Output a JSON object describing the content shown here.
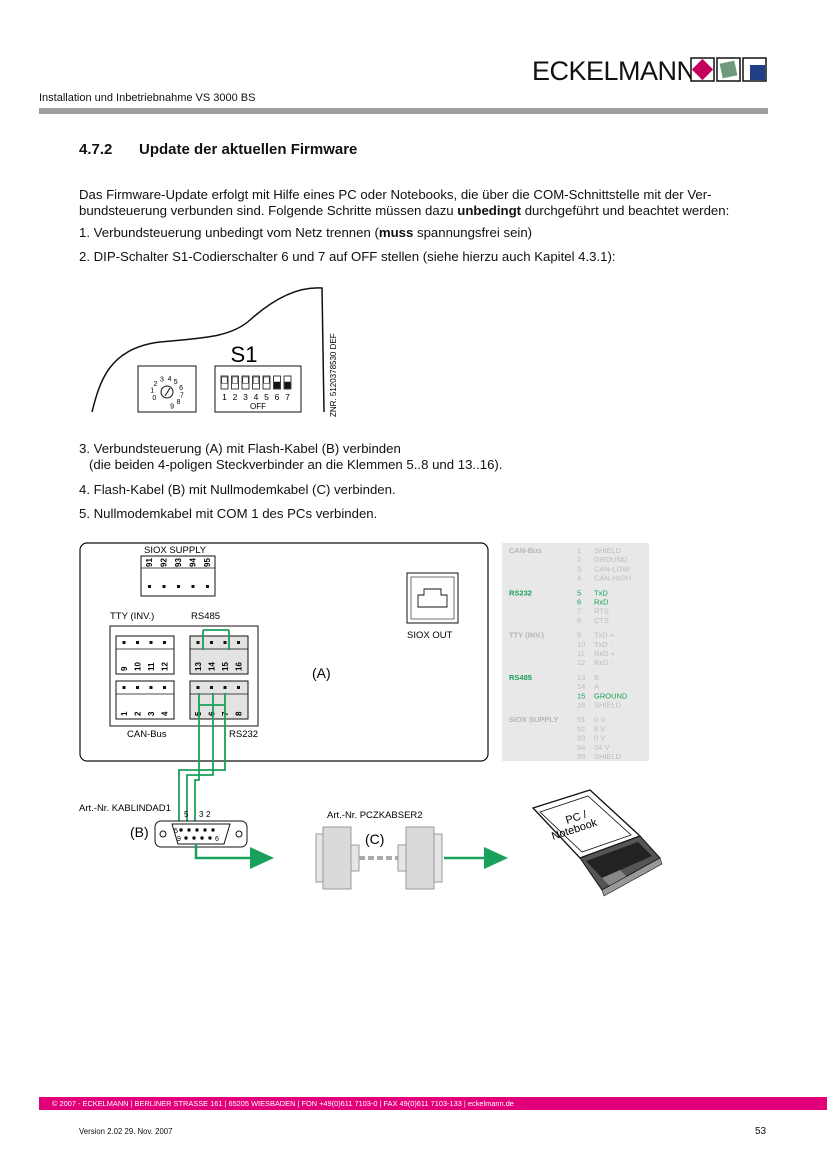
{
  "header": {
    "logo": "ECKELMANN",
    "subtitle": "Installation und Inbetriebnahme VS 3000 BS",
    "colors": {
      "logo_magenta": "#c4005f",
      "logo_green": "#6e9b7d",
      "logo_blue": "#1f3f87",
      "rule": "#9e9e9e"
    }
  },
  "section": {
    "number": "4.7.2",
    "title": "Update der aktuellen Firmware"
  },
  "intro": {
    "line1": "Das Firmware-Update erfolgt mit Hilfe eines PC oder Notebooks, die über die COM-Schnittstelle mit der Ver-",
    "line2a": "bundsteuerung verbunden sind. Folgende Schritte müssen dazu ",
    "line2b": "unbedingt",
    "line2c": " durchgeführt und beachtet werden:"
  },
  "steps": {
    "s1a": "1. Verbundsteuerung unbedingt vom Netz trennen (",
    "s1b": "muss",
    "s1c": " spannungsfrei sein)",
    "s2": "2. DIP-Schalter S1-Codierschalter 6 und 7 auf OFF stellen (siehe hierzu auch Kapitel 4.3.1):",
    "s3a": "3. Verbundsteuerung (A) mit Flash-Kabel (B) verbinden",
    "s3b": "(die beiden 4-poligen Steckverbinder an die Klemmen 5..8 und 13..16).",
    "s4": "4. Flash-Kabel (B) mit Nullmodemkabel (C) verbinden.",
    "s5": "5. Nullmodemkabel mit COM 1 des PCs verbinden."
  },
  "dip_figure": {
    "label": "S1",
    "dial_digits": [
      "0",
      "1",
      "2",
      "3",
      "4",
      "5",
      "6",
      "7",
      "8",
      "9"
    ],
    "switch_numbers": [
      "1",
      "2",
      "3",
      "4",
      "5",
      "6",
      "7"
    ],
    "switch_off": [
      false,
      false,
      false,
      false,
      false,
      true,
      true
    ],
    "off_label": "OFF",
    "znr": "ZNR. 5120378530 DEF"
  },
  "wiring": {
    "siox_supply": "SIOX SUPPLY",
    "siox_terminals": [
      "91",
      "92",
      "93",
      "94",
      "95"
    ],
    "tty": "TTY (INV.)",
    "rs485": "RS485",
    "tty_terminals": [
      "9",
      "10",
      "11",
      "12"
    ],
    "rs485_terminals": [
      "13",
      "14",
      "15",
      "16"
    ],
    "can_terminals": [
      "1",
      "2",
      "3",
      "4"
    ],
    "rs232_terminals": [
      "5",
      "6",
      "7",
      "8"
    ],
    "can_bus": "CAN-Bus",
    "rs232": "RS232",
    "siox_out": "SIOX OUT",
    "label_a": "(A)",
    "label_b": "(B)",
    "label_c": "(C)",
    "art_b": "Art.-Nr. KABLINDAD1",
    "art_c": "Art.-Nr. PCZKABSER2",
    "pin5": "5",
    "pin3": "3",
    "pin2": "2",
    "plug5": "5",
    "plug9": "9",
    "plug6": "6",
    "pc_line1": "PC /",
    "pc_line2": "Notebook",
    "wire_color": "#19a05a"
  },
  "pin_table": [
    {
      "group": "CAN-Bus",
      "active": false,
      "rows": [
        {
          "n": "1",
          "s": "SHIELD",
          "on": false
        },
        {
          "n": "2",
          "s": "GROUND",
          "on": false
        },
        {
          "n": "3",
          "s": "CAN-LOW",
          "on": false
        },
        {
          "n": "4",
          "s": "CAN-HIGH",
          "on": false
        }
      ]
    },
    {
      "group": "RS232",
      "active": true,
      "rows": [
        {
          "n": "5",
          "s": "TxD",
          "on": true
        },
        {
          "n": "6",
          "s": "RxD",
          "on": true
        },
        {
          "n": "7",
          "s": "RTS",
          "on": false
        },
        {
          "n": "8",
          "s": "CTS",
          "on": false
        }
      ]
    },
    {
      "group": "TTY (INV.)",
      "active": false,
      "rows": [
        {
          "n": "9",
          "s": "TxD +",
          "on": false
        },
        {
          "n": "10",
          "s": "TxD -",
          "on": false
        },
        {
          "n": "11",
          "s": "RxD +",
          "on": false
        },
        {
          "n": "12",
          "s": "RxD -",
          "on": false
        }
      ]
    },
    {
      "group": "RS485",
      "active": true,
      "rows": [
        {
          "n": "13",
          "s": "B",
          "on": false
        },
        {
          "n": "14",
          "s": "A",
          "on": false
        },
        {
          "n": "15",
          "s": "GROUND",
          "on": true
        },
        {
          "n": "16",
          "s": "SHIELD",
          "on": false
        }
      ]
    },
    {
      "group": "SIOX SUPPLY",
      "active": false,
      "rows": [
        {
          "n": "91",
          "s": "0 V",
          "on": false
        },
        {
          "n": "92",
          "s": "8 V",
          "on": false
        },
        {
          "n": "93",
          "s": "0 V",
          "on": false
        },
        {
          "n": "94",
          "s": "24 V",
          "on": false
        },
        {
          "n": "95",
          "s": "SHIELD",
          "on": false
        }
      ]
    }
  ],
  "footer": {
    "address": "© 2007 - ECKELMANN | BERLINER STRASSE 161 | 65205 WIESBADEN | FON +49(0)611 7103-0 | FAX 49(0)611 7103-133 | eckelmann.de",
    "version": "Version 2.02   29. Nov. 2007",
    "page": "53",
    "bar_color": "#e2007a"
  }
}
